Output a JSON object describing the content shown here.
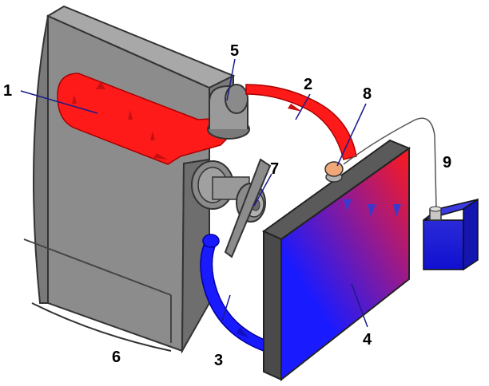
{
  "labels": {
    "engine_water_jacket": "1",
    "upper_hose": "2",
    "lower_hose": "3",
    "radiator": "4",
    "thermostat_housing": "5",
    "engine_block": "6",
    "water_pump_pulley": "7",
    "radiator_cap": "8",
    "expansion_tank": "9"
  },
  "colors": {
    "hot": "#ff1a1a",
    "cold": "#1a1aff",
    "engine": "#8c8c8c",
    "engine_dark": "#6e6e6e",
    "engine_light": "#a8a8a8",
    "cap": "#f0a878",
    "leader": "#1a1a8c"
  }
}
